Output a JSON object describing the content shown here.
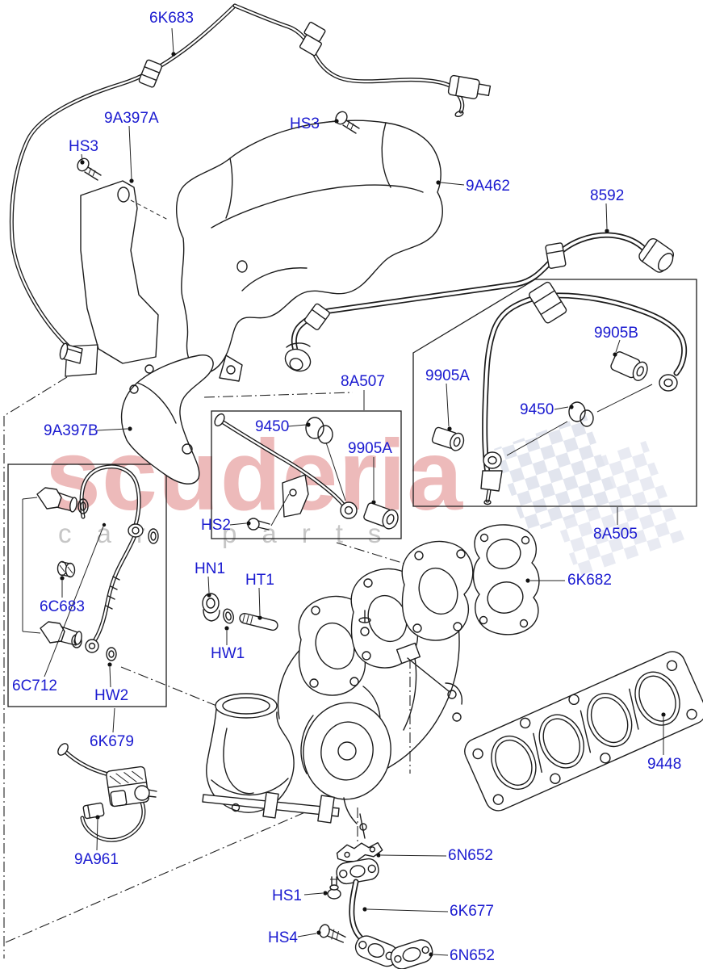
{
  "watermark": {
    "brand": "scuderia",
    "sub": "car parts"
  },
  "colors": {
    "label_blue": "#1a1ad0",
    "line": "#1c1c1c",
    "watermark_red": "#dd7777",
    "watermark_gray": "#c6c6c6",
    "flag_check": "#dde1ec"
  },
  "labels": [
    {
      "id": "6k683",
      "text": "6K683"
    },
    {
      "id": "9a397a",
      "text": "9A397A"
    },
    {
      "id": "hs3-left",
      "text": "HS3"
    },
    {
      "id": "hs3-right",
      "text": "HS3"
    },
    {
      "id": "9a462",
      "text": "9A462"
    },
    {
      "id": "8592",
      "text": "8592"
    },
    {
      "id": "9a397b",
      "text": "9A397B"
    },
    {
      "id": "8a507",
      "text": "8A507"
    },
    {
      "id": "9450-left",
      "text": "9450"
    },
    {
      "id": "9905a-left",
      "text": "9905A"
    },
    {
      "id": "hs2",
      "text": "HS2"
    },
    {
      "id": "9905a-right",
      "text": "9905A"
    },
    {
      "id": "9905b",
      "text": "9905B"
    },
    {
      "id": "9450-right",
      "text": "9450"
    },
    {
      "id": "8a505",
      "text": "8A505"
    },
    {
      "id": "6k682",
      "text": "6K682"
    },
    {
      "id": "hn1",
      "text": "HN1"
    },
    {
      "id": "ht1",
      "text": "HT1"
    },
    {
      "id": "hw1",
      "text": "HW1"
    },
    {
      "id": "6c683",
      "text": "6C683"
    },
    {
      "id": "6c712",
      "text": "6C712"
    },
    {
      "id": "hw2",
      "text": "HW2"
    },
    {
      "id": "6k679",
      "text": "6K679"
    },
    {
      "id": "9a961",
      "text": "9A961"
    },
    {
      "id": "hs1",
      "text": "HS1"
    },
    {
      "id": "hs4",
      "text": "HS4"
    },
    {
      "id": "6n652-top",
      "text": "6N652"
    },
    {
      "id": "6k677",
      "text": "6K677"
    },
    {
      "id": "6n652-bot",
      "text": "6N652"
    },
    {
      "id": "9448",
      "text": "9448"
    }
  ]
}
